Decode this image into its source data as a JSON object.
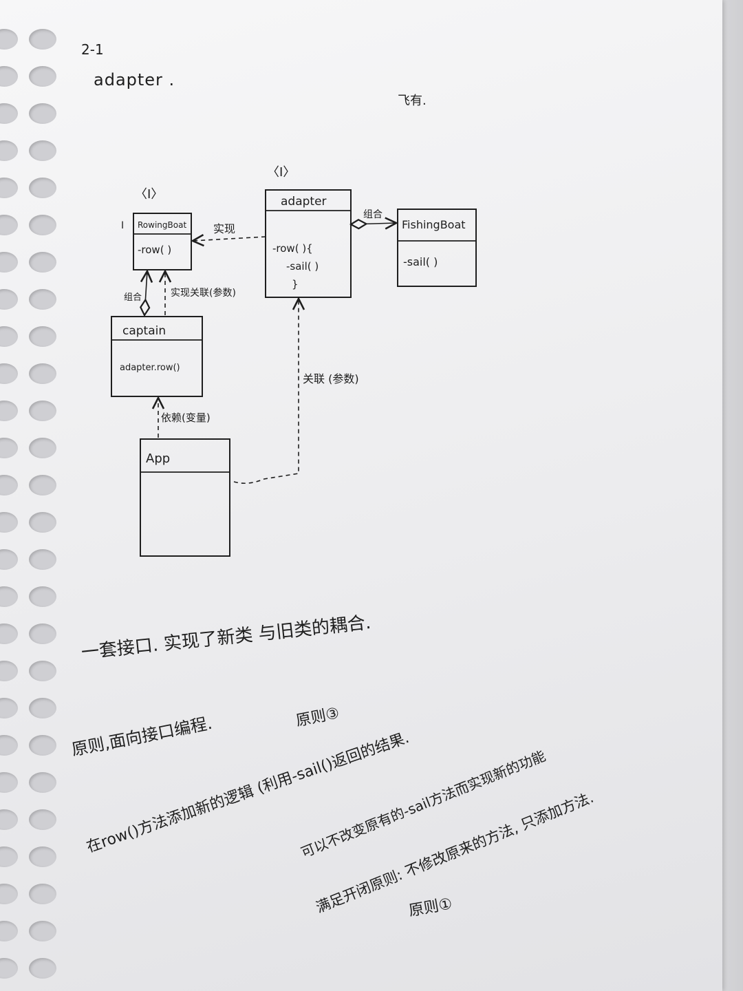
{
  "page": {
    "number": "2-1",
    "topic": "adapter .",
    "side_note": "飞有."
  },
  "diagram": {
    "rowing_boat": {
      "stereotype": "〈I〉",
      "marker": "I",
      "name": "RowingBoat",
      "method": "-row( )"
    },
    "adapter": {
      "stereotype": "〈I〉",
      "name": "adapter",
      "body": [
        "-row( ){",
        "-sail( )",
        "}"
      ]
    },
    "fishing_boat": {
      "name": "FishingBoat",
      "method": "-sail( )"
    },
    "captain": {
      "name": "captain",
      "method": "adapter.row()"
    },
    "app": {
      "name": "App"
    },
    "labels": {
      "implements": "实现",
      "composition_adapter_fishing": "组合",
      "composition_captain_rowing": "组合",
      "impl_assoc_param": "实现关联(参数)",
      "assoc_param": "关联 (参数)",
      "dependency": "依赖(变量)"
    }
  },
  "notes": {
    "line1": "一套接口. 实现了新类 与旧类的耦合.",
    "line2": "原则,面向接口编程.",
    "line2b": "原则③",
    "line3": "在row()方法添加新的逻辑 (利用-sail()返回的结果.",
    "line4": "可以不改变原有的-sail方法而实现新的功能",
    "line5": "满足开闭原则: 不修改原来的方法, 只添加方法.",
    "line6": "原则①"
  }
}
